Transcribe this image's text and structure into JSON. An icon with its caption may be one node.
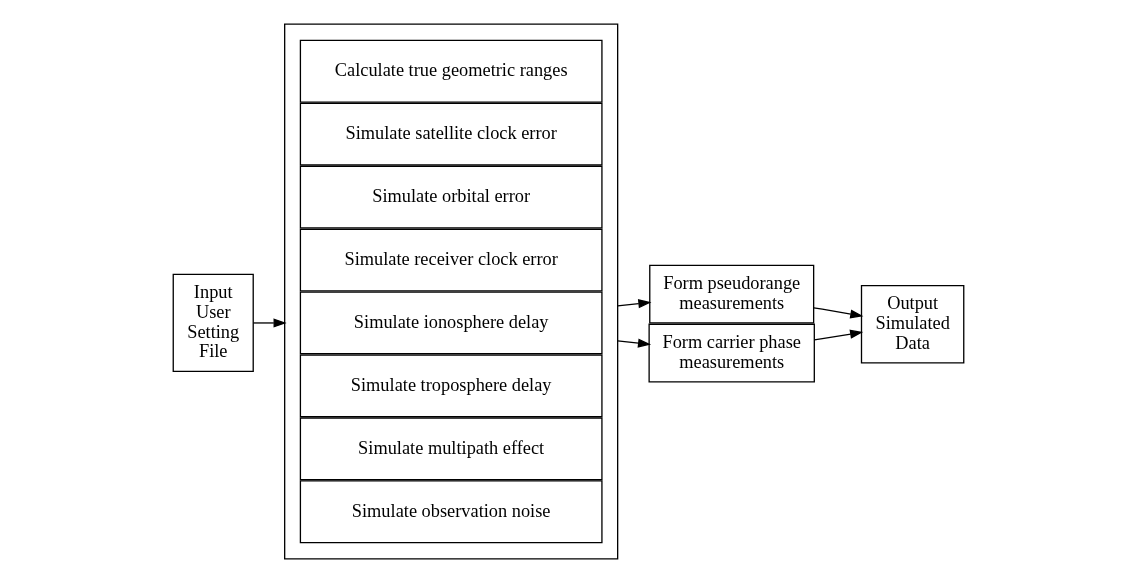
{
  "diagram": {
    "nodes": [
      {
        "text": [
          "Input User Setting File"
        ]
      },
      {
        "text": [],
        "shape": "box"
      },
      {
        "text": [
          "Calculate true geometric ranges"
        ],
        "in": 1
      },
      {
        "text": [
          "Simulate satellite clock error"
        ],
        "in": 1
      },
      {
        "text": [
          "Simulate orbital error"
        ],
        "in": 1
      },
      {
        "text": [
          "Simulate receiver clock error"
        ],
        "in": 1
      },
      {
        "text": [
          "Simulate ionosphere delay"
        ],
        "in": 1
      },
      {
        "text": [
          "Simulate troposphere delay"
        ],
        "in": 1
      },
      {
        "text": [
          "Simulate multipath effect"
        ],
        "in": 1
      },
      {
        "text": [
          "Simulate observation noise"
        ],
        "in": 1
      },
      {
        "text": [
          "Form pseudorange measurements"
        ]
      },
      {
        "text": [
          "Form carrier phase measurements"
        ]
      },
      {
        "text": [
          "Output Simulated Data"
        ]
      }
    ],
    "edges": [
      {
        "from": 0,
        "to": 1,
        "arrow": "to"
      },
      {
        "from": 1,
        "to": 10,
        "arrow": "to"
      },
      {
        "from": 1,
        "to": 11,
        "arrow": "to"
      },
      {
        "from": 10,
        "to": 12,
        "arrow": "to"
      },
      {
        "from": 11,
        "to": 12,
        "arrow": "to"
      }
    ]
  }
}
